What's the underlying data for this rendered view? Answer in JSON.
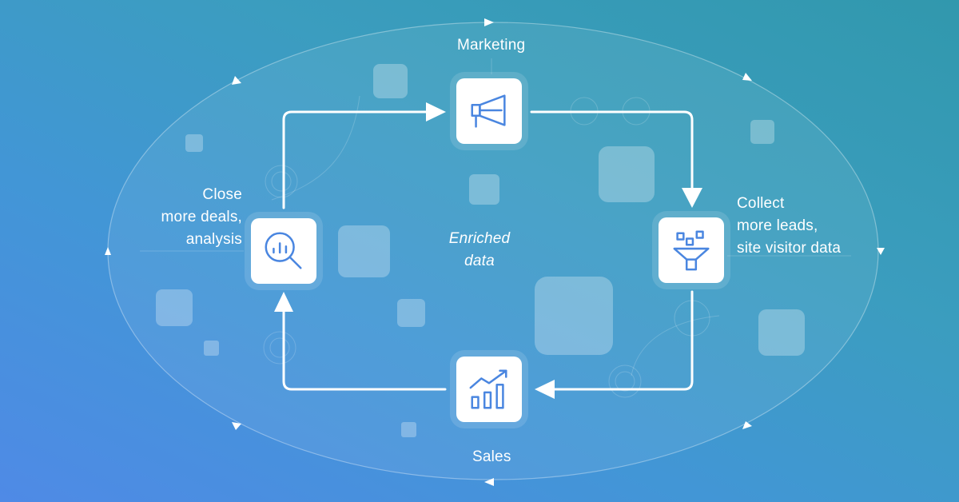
{
  "labels": {
    "marketing": "Marketing",
    "collect": "Collect\nmore leads,\nsite visitor data",
    "sales": "Sales",
    "close": "Close\nmore deals,\nanalysis",
    "center": "Enriched\ndata"
  },
  "icons": {
    "marketing": "megaphone-icon",
    "collect": "funnel-icon",
    "sales": "bar-chart-growth-icon",
    "close": "magnifier-chart-icon"
  },
  "colors": {
    "icon_stroke": "#4a86e0",
    "line": "#ffffff",
    "bg_start": "#4f8ae6",
    "bg_end": "#3198ad"
  }
}
